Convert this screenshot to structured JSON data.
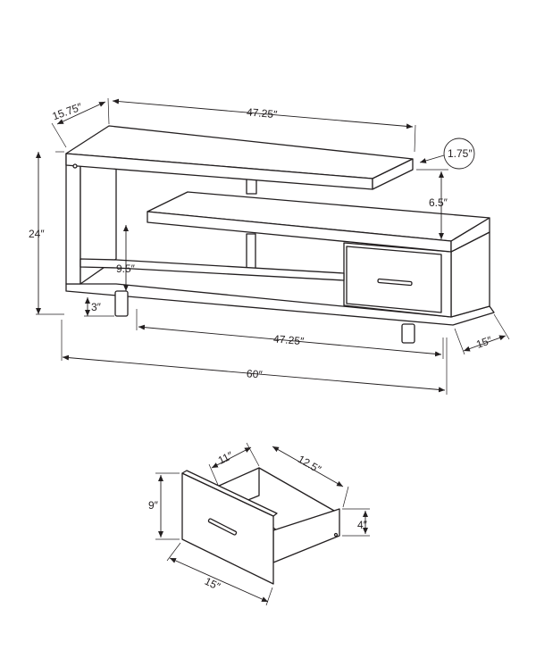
{
  "stand": {
    "width": "47.25″",
    "top_depth": "15.75″",
    "thickness": "1.75″",
    "height": "24″",
    "shelf_gap": "6.5″",
    "lower_gap": "9.5″",
    "leg_height": "3″",
    "base_width": "47.25″",
    "base_depth": "15″",
    "overall_width": "60″"
  },
  "drawer": {
    "inner_depth": "11″",
    "inner_width": "12.5″",
    "front_height": "9″",
    "side_height": "4″",
    "front_width": "15″"
  },
  "colors": {
    "line": "#231f20",
    "background": "#ffffff"
  }
}
